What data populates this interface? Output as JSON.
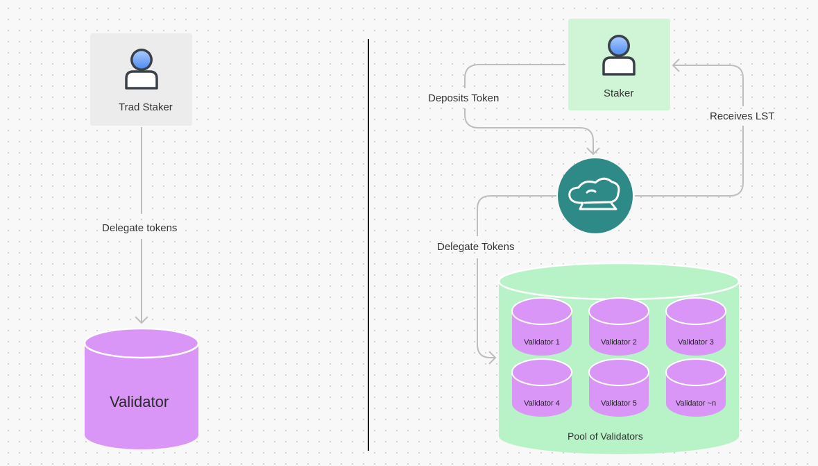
{
  "left": {
    "staker_label": "Trad Staker",
    "edge_label": "Delegate tokens",
    "validator_label": "Validator"
  },
  "right": {
    "staker_label": "Staker",
    "deposit_label": "Deposits Token",
    "receive_label": "Receives LST",
    "delegate_label": "Delegate Tokens",
    "pool_label": "Pool of Validators",
    "validators": [
      "Validator 1",
      "Validator 2",
      "Validator 3",
      "Validator 4",
      "Validator 5",
      "Validator ~n"
    ]
  },
  "colors": {
    "trad_box": "#ececec",
    "staker_box": "#cff5d6",
    "validator_purple": "#d996f7",
    "pool_green": "#b7f3c7",
    "protocol_teal": "#2e8a86",
    "connector_gray": "#bdbdbd"
  }
}
